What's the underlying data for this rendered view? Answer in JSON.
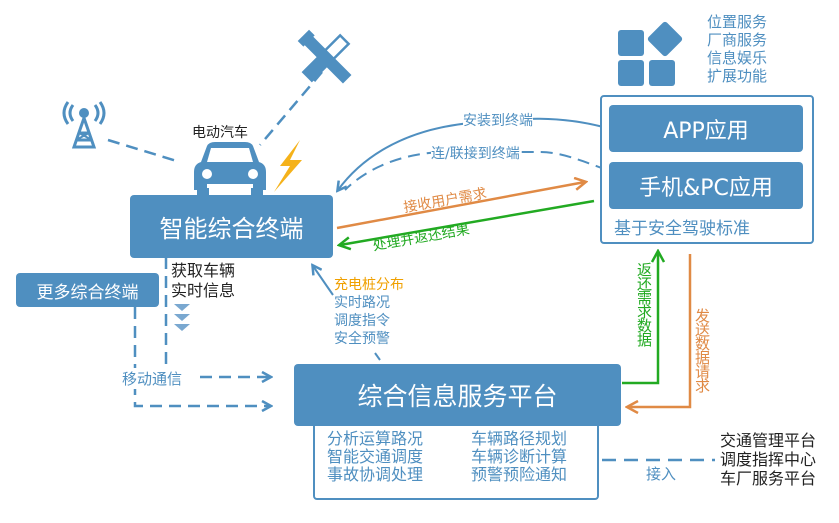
{
  "colors": {
    "primary_blue": "#4f8fc0",
    "green": "#22aa22",
    "orange": "#e08a45",
    "yellow": "#f0a000",
    "lightning": "#f5b21a",
    "text_dark": "#222222"
  },
  "icons": {
    "tower": "radio-tower-icon",
    "satellite": "satellite-icon",
    "car": "car-icon",
    "lightning": "lightning-icon",
    "apps": "app-grid-icon",
    "chevrons": "triple-chevron-down-icon"
  },
  "car": {
    "label": "电动汽车"
  },
  "terminal": {
    "title": "智能综合终端"
  },
  "more_terminals": {
    "title": "更多综合终端"
  },
  "vehicle_info": {
    "lines": [
      "获取车辆",
      "实时信息"
    ]
  },
  "mobile_comm": {
    "label": "移动通信"
  },
  "services": {
    "lines": [
      "位置服务",
      "厂商服务",
      "信息娱乐",
      "扩展功能"
    ]
  },
  "app_panel": {
    "app": "APP应用",
    "mobile_pc": "手机&PC应用",
    "standard": "基于安全驾驶标准"
  },
  "links": {
    "install": "安装到终端",
    "connect": "连/联接到终端",
    "receive": "接收用户需求",
    "process": "处理并返还结果",
    "return_data": "返还需求数据",
    "send_request": "发送数据请求",
    "access": "接入"
  },
  "platform_feeds": {
    "charging": "充电桩分布",
    "lines": [
      "实时路况",
      "调度指令",
      "安全预警"
    ]
  },
  "platform": {
    "title": "综合信息服务平台",
    "left_col": [
      "分析运算路况",
      "智能交通调度",
      "事故协调处理"
    ],
    "right_col": [
      "车辆路径规划",
      "车辆诊断计算",
      "预警预险通知"
    ]
  },
  "external": {
    "lines": [
      "交通管理平台",
      "调度指挥中心",
      "车厂服务平台"
    ]
  }
}
